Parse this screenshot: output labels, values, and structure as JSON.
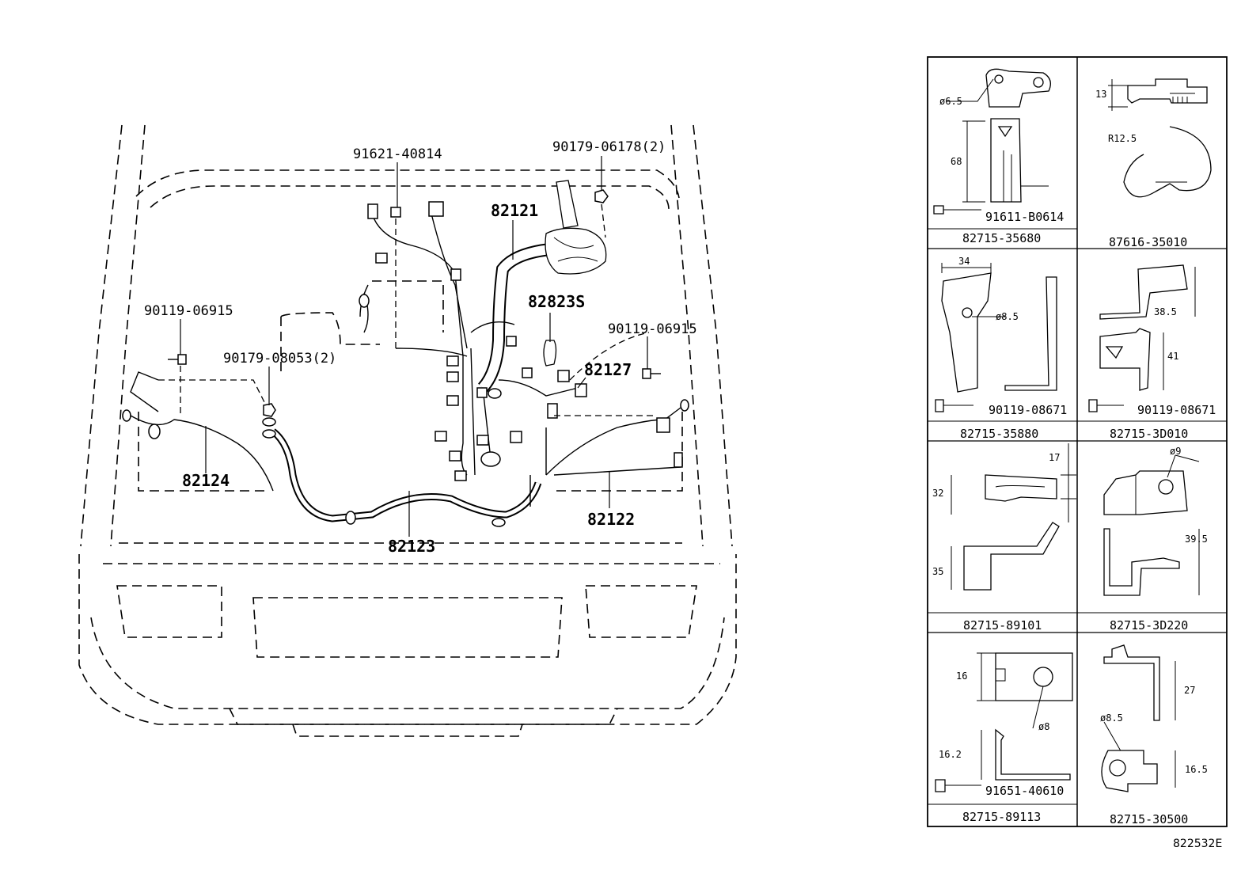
{
  "main_diagram": {
    "callouts": [
      {
        "id": "c-91621",
        "text": "91621-40814"
      },
      {
        "id": "c-90179a",
        "text": "90179-06178(2)"
      },
      {
        "id": "c-82121",
        "text": "82121"
      },
      {
        "id": "c-82823",
        "text": "82823S"
      },
      {
        "id": "c-90119a",
        "text": "90119-06915"
      },
      {
        "id": "c-90119b",
        "text": "90119-06915"
      },
      {
        "id": "c-90179b",
        "text": "90179-08053(2)"
      },
      {
        "id": "c-82127",
        "text": "82127"
      },
      {
        "id": "c-82124",
        "text": "82124"
      },
      {
        "id": "c-82122",
        "text": "82122"
      },
      {
        "id": "c-82123",
        "text": "82123"
      }
    ]
  },
  "parts_table": {
    "cells": [
      {
        "part_number": "82715-35680",
        "sub_part": "91611-B0614",
        "dims": [
          "ø6.5",
          "68"
        ]
      },
      {
        "part_number": "87616-35010",
        "sub_part": "",
        "dims": [
          "13",
          "R12.5"
        ]
      },
      {
        "part_number": "82715-35880",
        "sub_part": "90119-08671",
        "dims": [
          "34",
          "ø8.5"
        ]
      },
      {
        "part_number": "82715-3D010",
        "sub_part": "90119-08671",
        "dims": [
          "38.5",
          "41"
        ]
      },
      {
        "part_number": "82715-89101",
        "sub_part": "",
        "dims": [
          "17",
          "32",
          "35"
        ]
      },
      {
        "part_number": "82715-3D220",
        "sub_part": "",
        "dims": [
          "ø9",
          "39.5"
        ]
      },
      {
        "part_number": "82715-89113",
        "sub_part": "91651-40610",
        "dims": [
          "16",
          "ø8",
          "16.2"
        ]
      },
      {
        "part_number": "82715-30500",
        "sub_part": "",
        "dims": [
          "27",
          "ø8.5",
          "16.5"
        ]
      }
    ]
  },
  "figure_id": "822532E"
}
